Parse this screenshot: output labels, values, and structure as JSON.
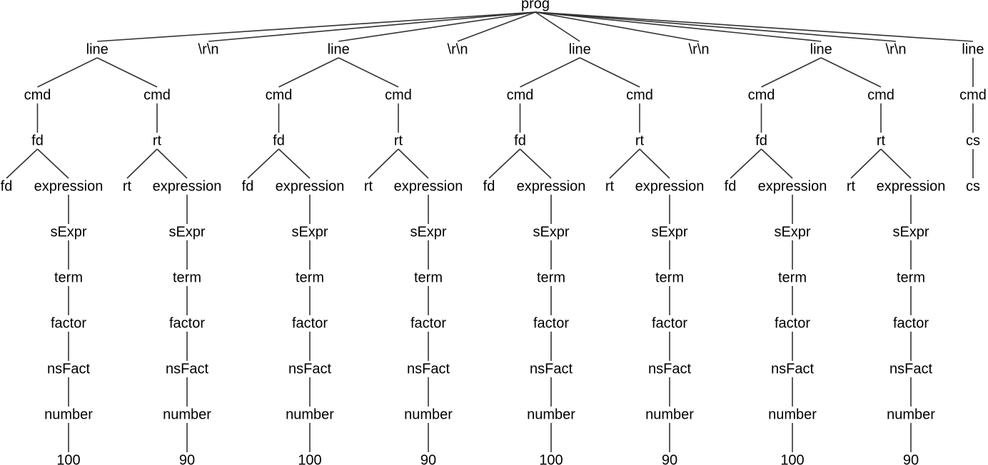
{
  "tree": {
    "label": "prog",
    "children": [
      {
        "label": "line",
        "children": [
          {
            "label": "cmd",
            "children": [
              {
                "label": "fd",
                "children": [
                  {
                    "label": "fd"
                  },
                  {
                    "label": "expression",
                    "children": [
                      {
                        "label": "sExpr",
                        "children": [
                          {
                            "label": "term",
                            "children": [
                              {
                                "label": "factor",
                                "children": [
                                  {
                                    "label": "nsFact",
                                    "children": [
                                      {
                                        "label": "number",
                                        "children": [
                                          {
                                            "label": "100"
                                          }
                                        ]
                                      }
                                    ]
                                  }
                                ]
                              }
                            ]
                          }
                        ]
                      }
                    ]
                  }
                ]
              }
            ]
          },
          {
            "label": "cmd",
            "children": [
              {
                "label": "rt",
                "children": [
                  {
                    "label": "rt"
                  },
                  {
                    "label": "expression",
                    "children": [
                      {
                        "label": "sExpr",
                        "children": [
                          {
                            "label": "term",
                            "children": [
                              {
                                "label": "factor",
                                "children": [
                                  {
                                    "label": "nsFact",
                                    "children": [
                                      {
                                        "label": "number",
                                        "children": [
                                          {
                                            "label": "90"
                                          }
                                        ]
                                      }
                                    ]
                                  }
                                ]
                              }
                            ]
                          }
                        ]
                      }
                    ]
                  }
                ]
              }
            ]
          }
        ]
      },
      {
        "label": "\\r\\n"
      },
      {
        "label": "line",
        "children": [
          {
            "label": "cmd",
            "children": [
              {
                "label": "fd",
                "children": [
                  {
                    "label": "fd"
                  },
                  {
                    "label": "expression",
                    "children": [
                      {
                        "label": "sExpr",
                        "children": [
                          {
                            "label": "term",
                            "children": [
                              {
                                "label": "factor",
                                "children": [
                                  {
                                    "label": "nsFact",
                                    "children": [
                                      {
                                        "label": "number",
                                        "children": [
                                          {
                                            "label": "100"
                                          }
                                        ]
                                      }
                                    ]
                                  }
                                ]
                              }
                            ]
                          }
                        ]
                      }
                    ]
                  }
                ]
              }
            ]
          },
          {
            "label": "cmd",
            "children": [
              {
                "label": "rt",
                "children": [
                  {
                    "label": "rt"
                  },
                  {
                    "label": "expression",
                    "children": [
                      {
                        "label": "sExpr",
                        "children": [
                          {
                            "label": "term",
                            "children": [
                              {
                                "label": "factor",
                                "children": [
                                  {
                                    "label": "nsFact",
                                    "children": [
                                      {
                                        "label": "number",
                                        "children": [
                                          {
                                            "label": "90"
                                          }
                                        ]
                                      }
                                    ]
                                  }
                                ]
                              }
                            ]
                          }
                        ]
                      }
                    ]
                  }
                ]
              }
            ]
          }
        ]
      },
      {
        "label": "\\r\\n"
      },
      {
        "label": "line",
        "children": [
          {
            "label": "cmd",
            "children": [
              {
                "label": "fd",
                "children": [
                  {
                    "label": "fd"
                  },
                  {
                    "label": "expression",
                    "children": [
                      {
                        "label": "sExpr",
                        "children": [
                          {
                            "label": "term",
                            "children": [
                              {
                                "label": "factor",
                                "children": [
                                  {
                                    "label": "nsFact",
                                    "children": [
                                      {
                                        "label": "number",
                                        "children": [
                                          {
                                            "label": "100"
                                          }
                                        ]
                                      }
                                    ]
                                  }
                                ]
                              }
                            ]
                          }
                        ]
                      }
                    ]
                  }
                ]
              }
            ]
          },
          {
            "label": "cmd",
            "children": [
              {
                "label": "rt",
                "children": [
                  {
                    "label": "rt"
                  },
                  {
                    "label": "expression",
                    "children": [
                      {
                        "label": "sExpr",
                        "children": [
                          {
                            "label": "term",
                            "children": [
                              {
                                "label": "factor",
                                "children": [
                                  {
                                    "label": "nsFact",
                                    "children": [
                                      {
                                        "label": "number",
                                        "children": [
                                          {
                                            "label": "90"
                                          }
                                        ]
                                      }
                                    ]
                                  }
                                ]
                              }
                            ]
                          }
                        ]
                      }
                    ]
                  }
                ]
              }
            ]
          }
        ]
      },
      {
        "label": "\\r\\n"
      },
      {
        "label": "line",
        "children": [
          {
            "label": "cmd",
            "children": [
              {
                "label": "fd",
                "children": [
                  {
                    "label": "fd"
                  },
                  {
                    "label": "expression",
                    "children": [
                      {
                        "label": "sExpr",
                        "children": [
                          {
                            "label": "term",
                            "children": [
                              {
                                "label": "factor",
                                "children": [
                                  {
                                    "label": "nsFact",
                                    "children": [
                                      {
                                        "label": "number",
                                        "children": [
                                          {
                                            "label": "100"
                                          }
                                        ]
                                      }
                                    ]
                                  }
                                ]
                              }
                            ]
                          }
                        ]
                      }
                    ]
                  }
                ]
              }
            ]
          },
          {
            "label": "cmd",
            "children": [
              {
                "label": "rt",
                "children": [
                  {
                    "label": "rt"
                  },
                  {
                    "label": "expression",
                    "children": [
                      {
                        "label": "sExpr",
                        "children": [
                          {
                            "label": "term",
                            "children": [
                              {
                                "label": "factor",
                                "children": [
                                  {
                                    "label": "nsFact",
                                    "children": [
                                      {
                                        "label": "number",
                                        "children": [
                                          {
                                            "label": "90"
                                          }
                                        ]
                                      }
                                    ]
                                  }
                                ]
                              }
                            ]
                          }
                        ]
                      }
                    ]
                  }
                ]
              }
            ]
          }
        ]
      },
      {
        "label": "\\r\\n"
      },
      {
        "label": "line",
        "children": [
          {
            "label": "cmd",
            "children": [
              {
                "label": "cs",
                "children": [
                  {
                    "label": "cs"
                  }
                ]
              }
            ]
          }
        ]
      }
    ]
  }
}
